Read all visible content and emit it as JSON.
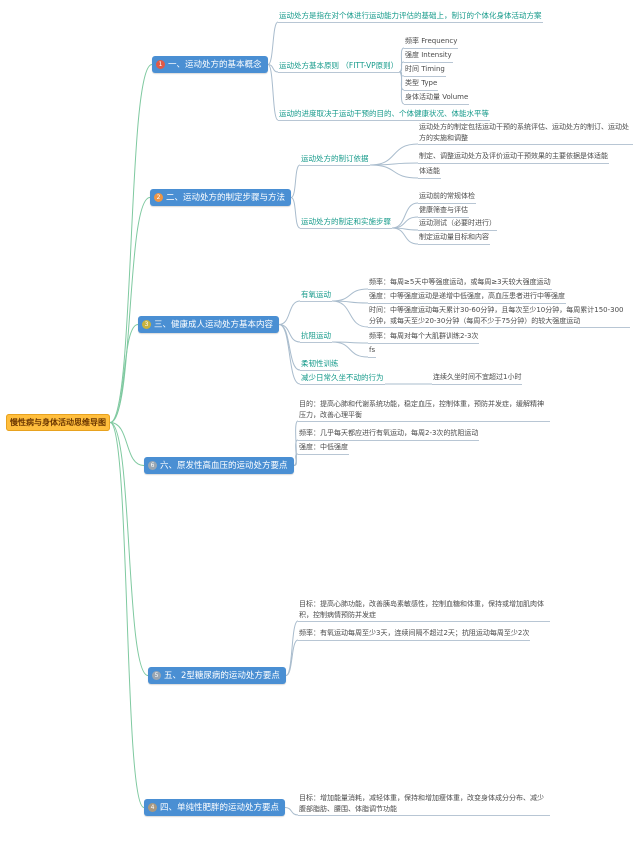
{
  "root": {
    "label": "慢性病与身体活动思维导图"
  },
  "branches": {
    "b1": {
      "label": "一、运动处方的基本概念",
      "badge": "1",
      "badge_color": "#e05a47"
    },
    "b2": {
      "label": "二、运动处方的制定步骤与方法",
      "badge": "2",
      "badge_color": "#ef9544"
    },
    "b3": {
      "label": "三、健康成人运动处方基本内容",
      "badge": "3",
      "badge_color": "#c9b33e"
    },
    "b6": {
      "label": "六、原发性高血压的运动处方要点",
      "badge": "6",
      "badge_color": "#9aa6b2"
    },
    "b5": {
      "label": "五、2型糖尿病的运动处方要点",
      "badge": "5",
      "badge_color": "#9aa6b2"
    },
    "b4": {
      "label": "四、单纯性肥胖的运动处方要点",
      "badge": "4",
      "badge_color": "#a9987f"
    }
  },
  "nodes": {
    "n1a": "运动处方是指在对个体进行运动能力评估的基础上，制订的个体化身体活动方案",
    "n1b": "运动处方基本原则 （FITT-VP原则）",
    "n1b1": "频率 Frequency",
    "n1b2": "强度 Intensity",
    "n1b3": "时间 Timing",
    "n1b4": "类型 Type",
    "n1b5": "身体活动量 Volume",
    "n1c": "运动的进度取决于运动干预的目的、个体健康状况、体能水平等",
    "n2a": "运动处方的制订依据",
    "n2a1": "运动处方的制定包括运动干预的系统评估、运动处方的制订、运动处方的实施和调整",
    "n2a2": "制定、调整运动处方及评价运动干预效果的主要依据是体适能",
    "n2a3": "体适能",
    "n2b": "运动处方的制定和实施步骤",
    "n2b1": "运动前的常规体检",
    "n2b2": "健康筛查与评估",
    "n2b3": "运动测试（必要时进行）",
    "n2b4": "制定运动量目标和内容",
    "n3a": "有氧运动",
    "n3a1": "频率：每周≥5天中等强度运动，或每周≥3天较大强度运动",
    "n3a2": "强度：中等强度运动是递增中低强度，高血压患者进行中等强度",
    "n3a3": "时间：中等强度运动每天累计30-60分钟，且每次至少10分钟，每周累计150-300分钟，或每天至少20-30分钟（每周不少于75分钟）的较大强度运动",
    "n3b": "抗阻运动",
    "n3b1": "频率：每周对每个大肌群训练2-3次",
    "n3b2": "fs",
    "n3c": "柔韧性训练",
    "n3d": "减少日常久坐不动的行为",
    "n3d1": "连续久坐时间不宜超过1小时",
    "n6a": "目的：提高心肺和代谢系统功能，稳定血压，控制体重，预防并发症，缓解精神压力，改善心理平衡",
    "n6b": "频率：几乎每天都应进行有氧运动，每周2-3次的抗阻运动",
    "n6c": "强度：中低强度",
    "n5a": "目标：提高心肺功能，改善胰岛素敏感性，控制血糖和体重，保持或增加肌肉体积，控制病情预防并发症",
    "n5b": "频率：有氧运动每周至少3天，连续间隔不超过2天；抗阻运动每周至少2次",
    "n4a": "目标：增加能量消耗，减轻体重，保持和增加瘦体重，改变身体成分分布、减少腹部脂肪、腰围、体脂调节功能"
  },
  "colors": {
    "branch_bg": "#4a8fd3",
    "root_bg": "#ffbe3d",
    "level2_text": "#149a8a",
    "leaf_text": "#4a4a4a",
    "root_link": "#7fc9a0",
    "child_link": "#a9bccd"
  }
}
